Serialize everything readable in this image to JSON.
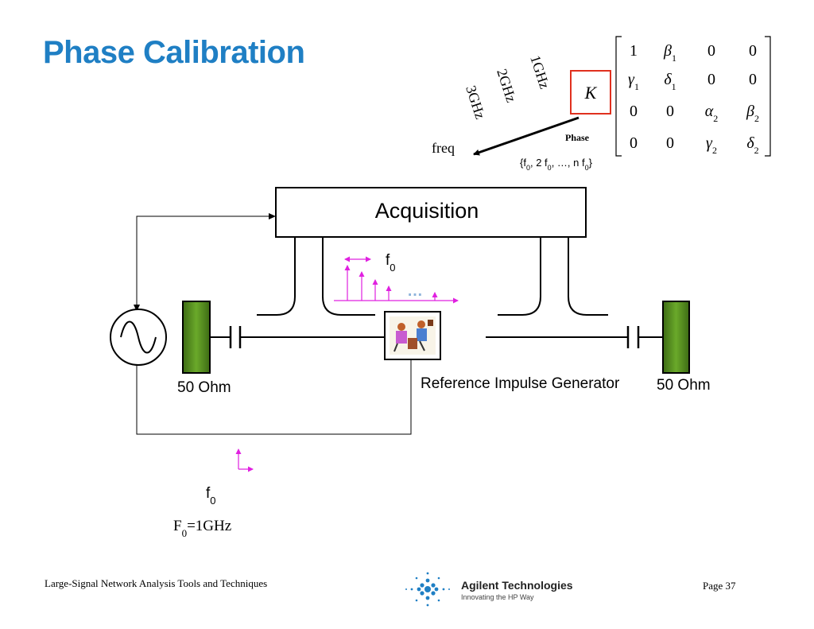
{
  "slide": {
    "title": "Phase Calibration",
    "footer_left": "Large-Signal Network Analysis Tools and Techniques",
    "page": "Page 37",
    "brand": {
      "name": "Agilent Technologies",
      "tagline": "Innovating the HP Way"
    }
  },
  "matrix": {
    "K_label": "K",
    "rows": [
      [
        "1",
        "β1",
        "0",
        "0"
      ],
      [
        "γ1",
        "δ1",
        "0",
        "0"
      ],
      [
        "0",
        "0",
        "α2",
        "β2"
      ],
      [
        "0",
        "0",
        "γ2",
        "δ2"
      ]
    ]
  },
  "freq_axis": {
    "label": "freq",
    "ticks": [
      "1GHz",
      "2GHz",
      "3GHz"
    ],
    "phase_label": "Phase",
    "harmonics_label": "{f0, 2 f0, …, n f0}"
  },
  "blocks": {
    "acquisition": "Acquisition",
    "load_left": "50 Ohm",
    "load_right": "50 Ohm",
    "generator_label": "Reference Impulse Generator"
  },
  "spectrum": {
    "f0_label_top": "f0",
    "f0_label_bottom": "f0",
    "F0_value": "F0=1GHz",
    "ellipsis": "…",
    "accent_color": "#e020e0",
    "ellipsis_color": "#8fb4dc"
  },
  "colors": {
    "title": "#1f7fc4",
    "load": "#4f8a1c",
    "matrix_box": "#e0301e"
  }
}
